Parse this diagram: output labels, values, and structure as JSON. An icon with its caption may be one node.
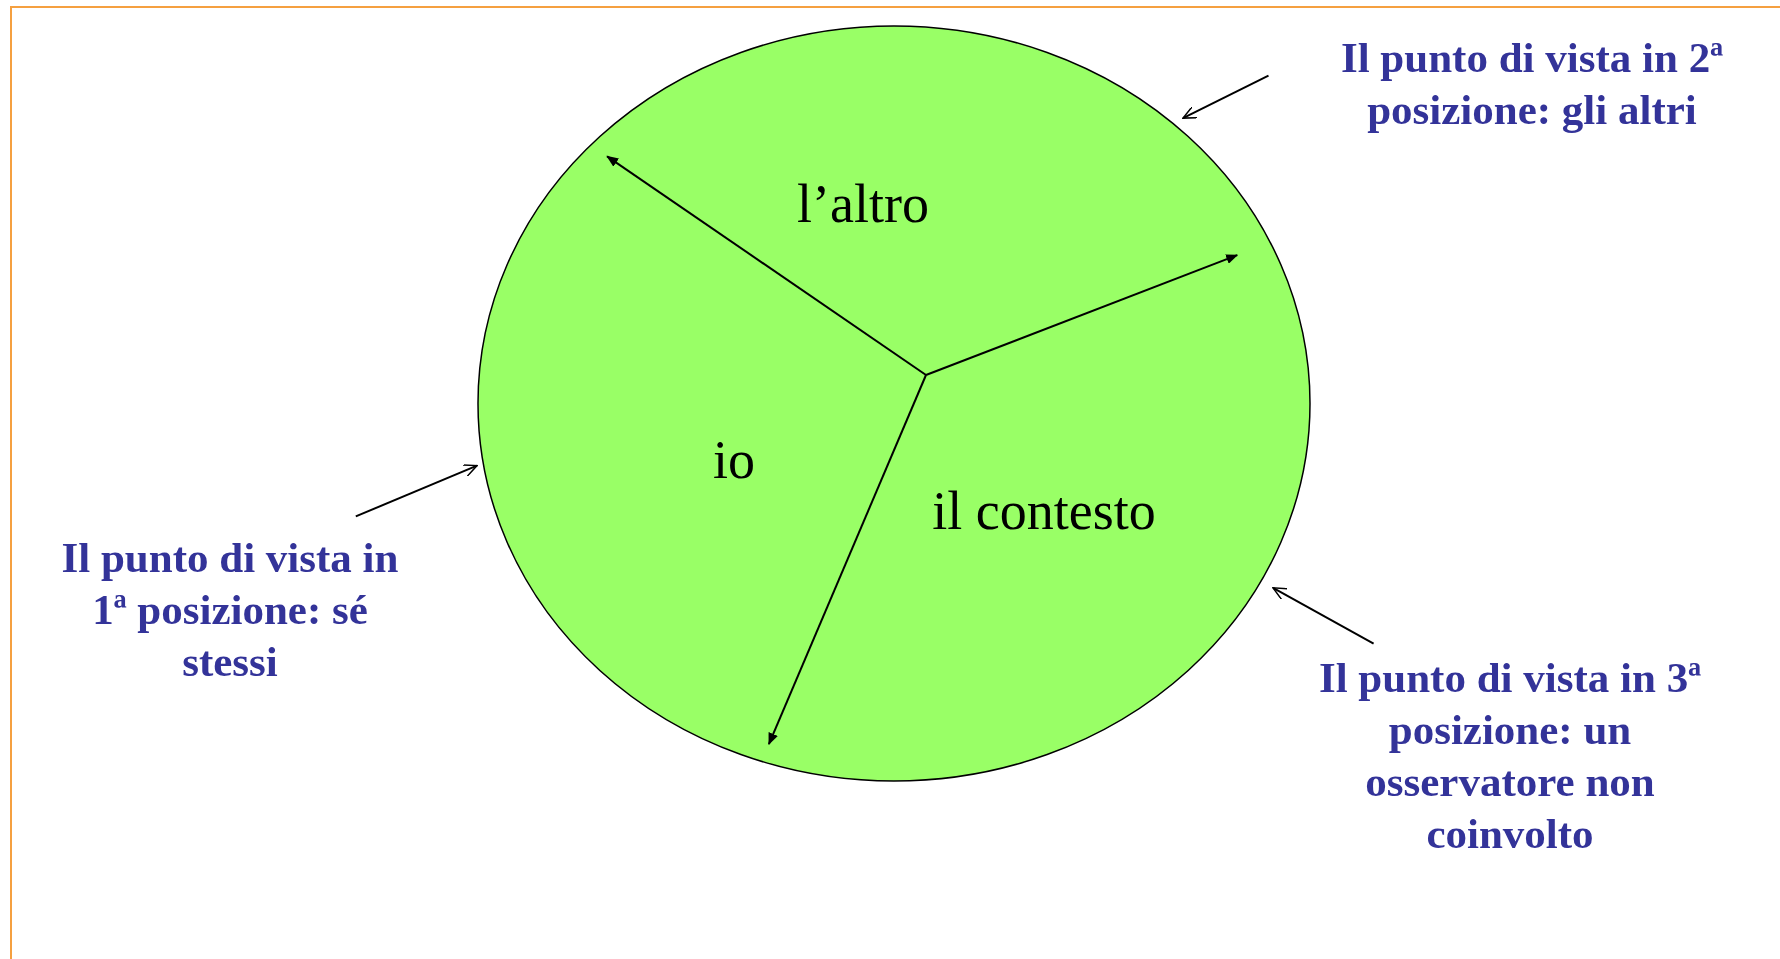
{
  "diagram": {
    "nodes": [
      {
        "text": [],
        "shape": "circle"
      },
      {
        "text": [
          "l’altro"
        ],
        "in": 0
      },
      {
        "text": [
          "io"
        ],
        "in": 0
      },
      {
        "text": [
          "il contesto"
        ],
        "in": 0
      },
      {
        "text": [
          "Il punto di vista in 2ª posizione: gli altri"
        ]
      },
      {
        "text": [
          "Il punto di vista in 1ª posizione: sé stessi"
        ]
      },
      {
        "text": [
          "Il punto di vista in 3ª posizione: un osservatore non coinvolto"
        ]
      }
    ],
    "edges": [
      {
        "from": null,
        "to": 0,
        "arrow": "to"
      },
      {
        "from": null,
        "to": 0,
        "arrow": "to"
      },
      {
        "from": null,
        "to": 0,
        "arrow": "to"
      },
      {
        "from": 4,
        "to": 0,
        "arrow": "to"
      },
      {
        "from": 5,
        "to": 0,
        "arrow": "to"
      },
      {
        "from": 6,
        "to": 0,
        "arrow": "to"
      }
    ]
  }
}
